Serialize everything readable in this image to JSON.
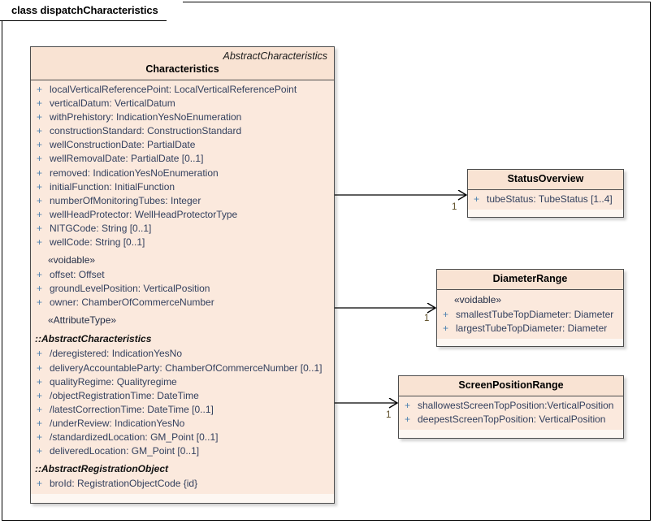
{
  "diagram": {
    "tab_label": "class dispatchCharacteristics",
    "colors": {
      "header_fill": "#f9e3d3",
      "body_fill": "#fbe9dd",
      "border": "#4d4d4d",
      "attribute_text": "#33405e",
      "visibility_marker": "#4a7fae",
      "multiplicity_text": "#5a4a22",
      "canvas": "#ffffff"
    }
  },
  "classes": {
    "characteristics": {
      "parent": "AbstractCharacteristics",
      "name": "Characteristics",
      "sections": [
        {
          "kind": "attributes",
          "items": [
            {
              "vis": "+",
              "sig": "localVerticalReferencePoint: LocalVerticalReferencePoint"
            },
            {
              "vis": "+",
              "sig": "verticalDatum: VerticalDatum"
            },
            {
              "vis": "+",
              "sig": "withPrehistory: IndicationYesNoEnumeration"
            },
            {
              "vis": "+",
              "sig": "constructionStandard: ConstructionStandard"
            },
            {
              "vis": "+",
              "sig": "wellConstructionDate: PartialDate"
            },
            {
              "vis": "+",
              "sig": "wellRemovalDate: PartialDate [0..1]"
            },
            {
              "vis": "+",
              "sig": "removed: IndicationYesNoEnumeration"
            },
            {
              "vis": "+",
              "sig": "initialFunction: InitialFunction"
            },
            {
              "vis": "+",
              "sig": "numberOfMonitoringTubes: Integer"
            },
            {
              "vis": "+",
              "sig": "wellHeadProtector: WellHeadProtectorType"
            },
            {
              "vis": "+",
              "sig": "NITGCode: String [0..1]"
            },
            {
              "vis": "+",
              "sig": "wellCode: String [0..1]"
            }
          ]
        },
        {
          "kind": "stereotype",
          "label": "«voidable»",
          "items": [
            {
              "vis": "+",
              "sig": "offset: Offset"
            },
            {
              "vis": "+",
              "sig": "groundLevelPosition: VerticalPosition"
            },
            {
              "vis": "+",
              "sig": "owner: ChamberOfCommerceNumber"
            }
          ]
        },
        {
          "kind": "stereotype",
          "label": "«AttributeType»",
          "items": []
        },
        {
          "kind": "inherited",
          "label": "::AbstractCharacteristics",
          "items": [
            {
              "vis": "+",
              "sig": "/deregistered: IndicationYesNo"
            },
            {
              "vis": "+",
              "sig": "deliveryAccountableParty: ChamberOfCommerceNumber [0..1]"
            },
            {
              "vis": "+",
              "sig": "qualityRegime: Qualityregime"
            },
            {
              "vis": "+",
              "sig": "/objectRegistrationTime: DateTime"
            },
            {
              "vis": "+",
              "sig": "/latestCorrectionTime: DateTime [0..1]"
            },
            {
              "vis": "+",
              "sig": "/underReview: IndicationYesNo"
            },
            {
              "vis": "+",
              "sig": "/standardizedLocation: GM_Point [0..1]"
            },
            {
              "vis": "+",
              "sig": "deliveredLocation: GM_Point [0..1]"
            }
          ]
        },
        {
          "kind": "inherited",
          "label": "::AbstractRegistrationObject",
          "items": [
            {
              "vis": "+",
              "sig": "broId: RegistrationObjectCode {id}"
            }
          ]
        }
      ]
    },
    "status_overview": {
      "name": "StatusOverview",
      "attributes": [
        {
          "vis": "+",
          "sig": "tubeStatus: TubeStatus [1..4]"
        }
      ]
    },
    "diameter_range": {
      "name": "DiameterRange",
      "stereotype": "«voidable»",
      "attributes": [
        {
          "vis": "+",
          "sig": "smallestTubeTopDiameter: Diameter"
        },
        {
          "vis": "+",
          "sig": "largestTubeTopDiameter: Diameter"
        }
      ]
    },
    "screen_position_range": {
      "name": "ScreenPositionRange",
      "attributes": [
        {
          "vis": "+",
          "sig": "shallowestScreenTopPosition:VerticalPosition"
        },
        {
          "vis": "+",
          "sig": "deepestScreenTopPosition: VerticalPosition"
        }
      ]
    }
  },
  "connectors": [
    {
      "id": "to-status-overview",
      "multiplicity": "1"
    },
    {
      "id": "to-diameter-range",
      "multiplicity": "1"
    },
    {
      "id": "to-screen-position-range",
      "multiplicity": "1"
    }
  ]
}
